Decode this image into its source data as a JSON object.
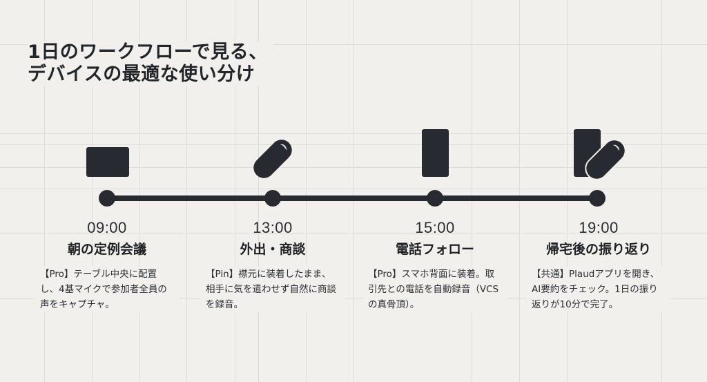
{
  "title": {
    "line1": "1日のワークフローで見る、",
    "line2": "デバイスの最適な使い分け"
  },
  "colors": {
    "background": "#f1f0ec",
    "grid": "#dddcd6",
    "ink": "#272a30"
  },
  "timeline": {
    "events": [
      {
        "time": "09:00",
        "heading": "朝の定例会議",
        "device_icon": "tablet-icon",
        "description": "【Pro】テーブル中央に配置し、4基マイクで参加者全員の声をキャプチャ。"
      },
      {
        "time": "13:00",
        "heading": "外出・商談",
        "device_icon": "pin-icon",
        "description": "【Pin】襟元に装着したまま、相手に気を遣わせず自然に商談を録音。"
      },
      {
        "time": "15:00",
        "heading": "電話フォロー",
        "device_icon": "phone-icon",
        "description": "【Pro】スマホ背面に装着。取引先との電話を自動録音（VCSの真骨頂）。"
      },
      {
        "time": "19:00",
        "heading": "帰宅後の振り返り",
        "device_icon": "phone-and-pin-icon",
        "description": "【共通】Plaudアプリを開き、AI要約をチェック。1日の振り返りが10分で完了。"
      }
    ]
  }
}
